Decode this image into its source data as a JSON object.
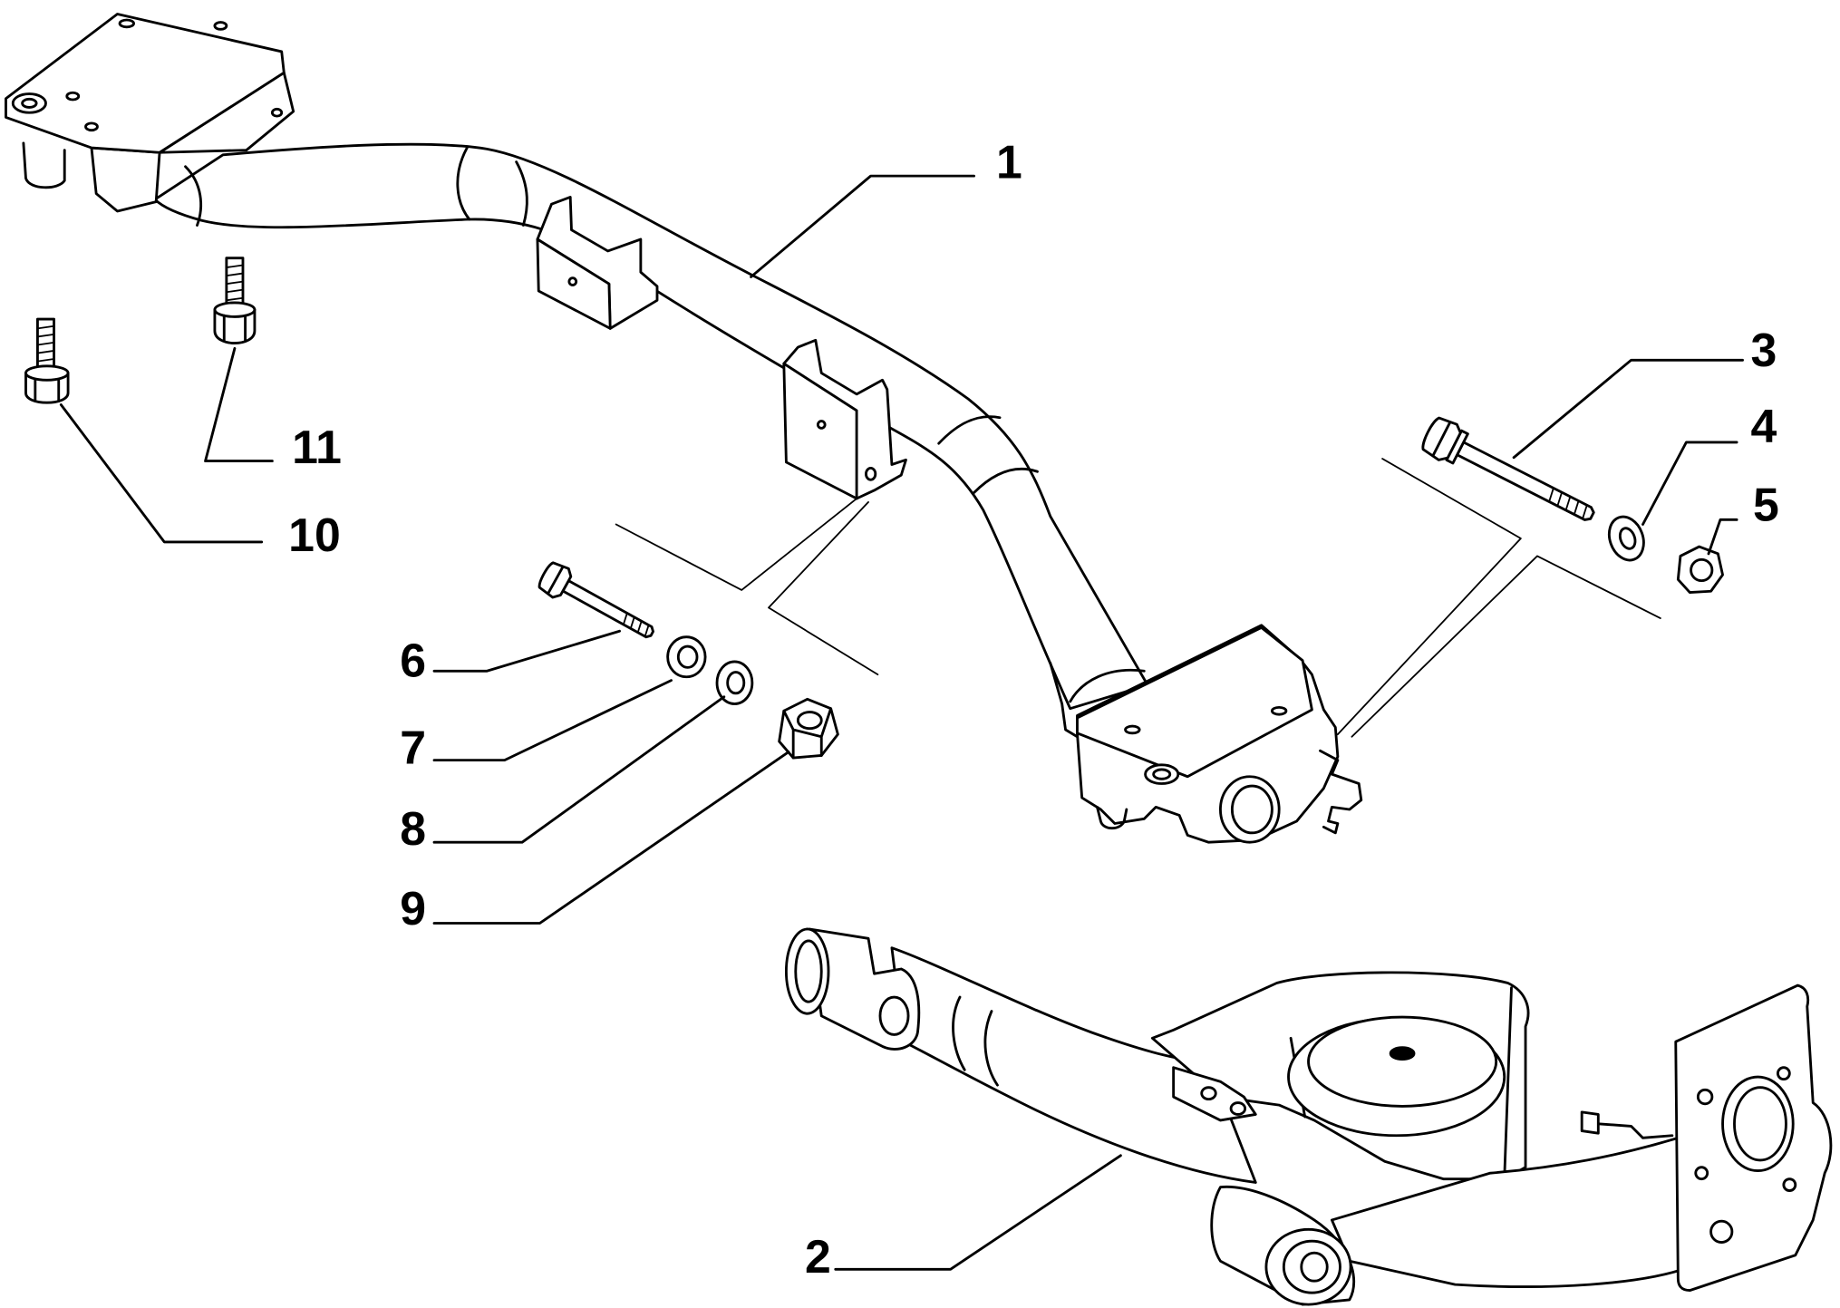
{
  "colors": {
    "line": "#000000",
    "background": "#ffffff"
  },
  "callouts": [
    "1",
    "2",
    "3",
    "4",
    "5",
    "6",
    "7",
    "8",
    "9",
    "10",
    "11"
  ]
}
